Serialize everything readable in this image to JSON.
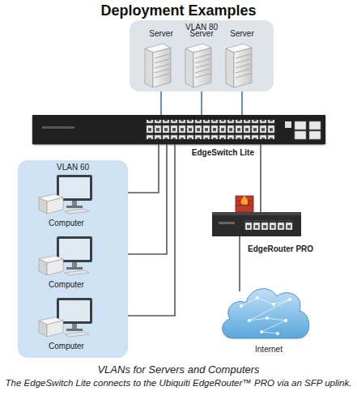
{
  "diagram": {
    "title": "Deployment Examples",
    "caption": "VLANs for Servers and Computers",
    "nodes": [
      {
        "text": [
          "VLAN 80"
        ]
      },
      {
        "text": [
          "Server"
        ],
        "in": 0
      },
      {
        "text": [
          "Server"
        ],
        "in": 0
      },
      {
        "text": [
          "Server"
        ],
        "in": 0
      },
      {
        "text": [
          "EdgeSwitch Lite"
        ]
      },
      {
        "text": [
          "VLAN 60"
        ]
      },
      {
        "text": [
          "Computer"
        ],
        "in": 5
      },
      {
        "text": [
          "Computer"
        ],
        "in": 5
      },
      {
        "text": [
          "Computer"
        ],
        "in": 5
      },
      {
        "text": [
          "EdgeRouter PRO"
        ]
      },
      {
        "text": [
          "Internet"
        ]
      }
    ],
    "edges": [
      {
        "from": 1,
        "to": 4,
        "arrow": "none"
      },
      {
        "from": 2,
        "to": 4,
        "arrow": "none"
      },
      {
        "from": 3,
        "to": 4,
        "arrow": "none"
      },
      {
        "from": 6,
        "to": 4,
        "arrow": "none"
      },
      {
        "from": 7,
        "to": 4,
        "arrow": "none"
      },
      {
        "from": 8,
        "to": 4,
        "arrow": "none"
      },
      {
        "from": 4,
        "to": 9,
        "arrow": "none"
      },
      {
        "from": 9,
        "to": 10,
        "arrow": "none"
      }
    ],
    "labels": [
      "The EdgeSwitch Lite connects to the Ubiquiti EdgeRouter™ PRO via an SFP uplink."
    ]
  }
}
